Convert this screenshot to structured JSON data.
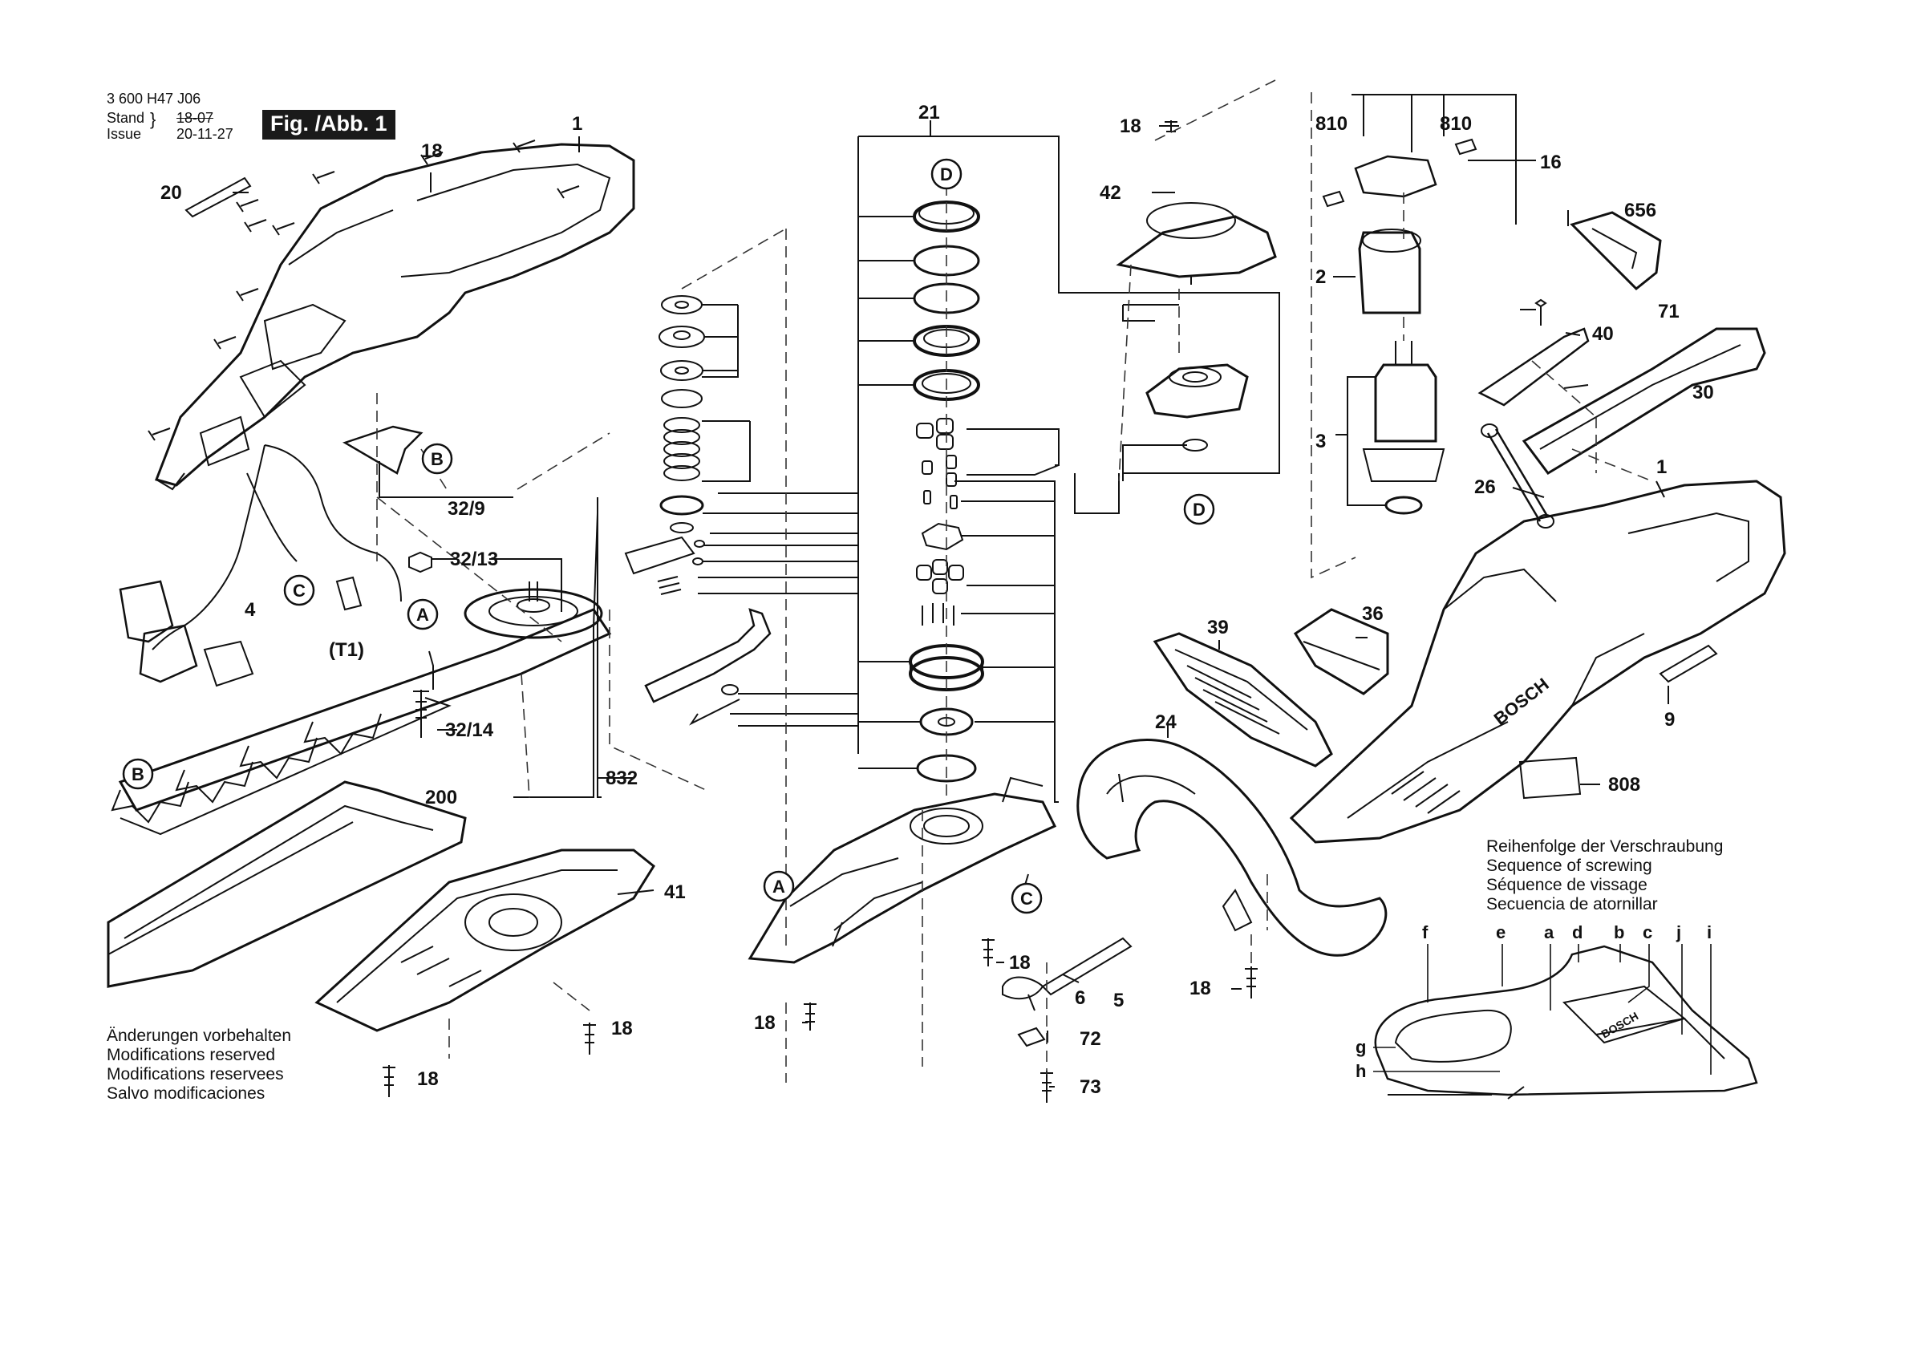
{
  "header": {
    "doc_number": "3 600 H47 J06",
    "stand_label": "Stand",
    "issue_label": "Issue",
    "old_date": "18-07",
    "new_date": "20-11-27",
    "figure": "Fig. /Abb. 1"
  },
  "notice": [
    "Änderungen vorbehalten",
    "Modifications reserved",
    "Modifications reservees",
    "Salvo modificaciones"
  ],
  "screw_sequence": {
    "title": [
      "Reihenfolge der Verschraubung",
      "Sequence of screwing",
      "Séquence de vissage",
      "Secuencia de atornillar"
    ],
    "letters": [
      "f",
      "e",
      "a",
      "d",
      "b",
      "c",
      "j",
      "i",
      "g",
      "h"
    ]
  },
  "brand": "BOSCH",
  "parts": {
    "p1": "1",
    "p1b": "1",
    "p2": "2",
    "p3": "3",
    "p4": "4",
    "p5": "5",
    "p6": "6",
    "p9": "9",
    "p16": "16",
    "p18a": "18",
    "p18b": "18",
    "p18c": "18",
    "p18d": "18",
    "p18e": "18",
    "p18f": "18",
    "p18g": "18",
    "p20": "20",
    "p21": "21",
    "p24": "24",
    "p26": "26",
    "p30": "30",
    "p32_9": "32/9",
    "p32_13": "32/13",
    "p32_14": "32/14",
    "p36": "36",
    "p39": "39",
    "p40": "40",
    "p41": "41",
    "p42": "42",
    "p71": "71",
    "p72": "72",
    "p73": "73",
    "p200": "200",
    "p656": "656",
    "p808": "808",
    "p810a": "810",
    "p810b": "810",
    "p832": "832",
    "t1": "(T1)"
  },
  "markers": {
    "A": "A",
    "B": "B",
    "C": "C",
    "D": "D"
  }
}
